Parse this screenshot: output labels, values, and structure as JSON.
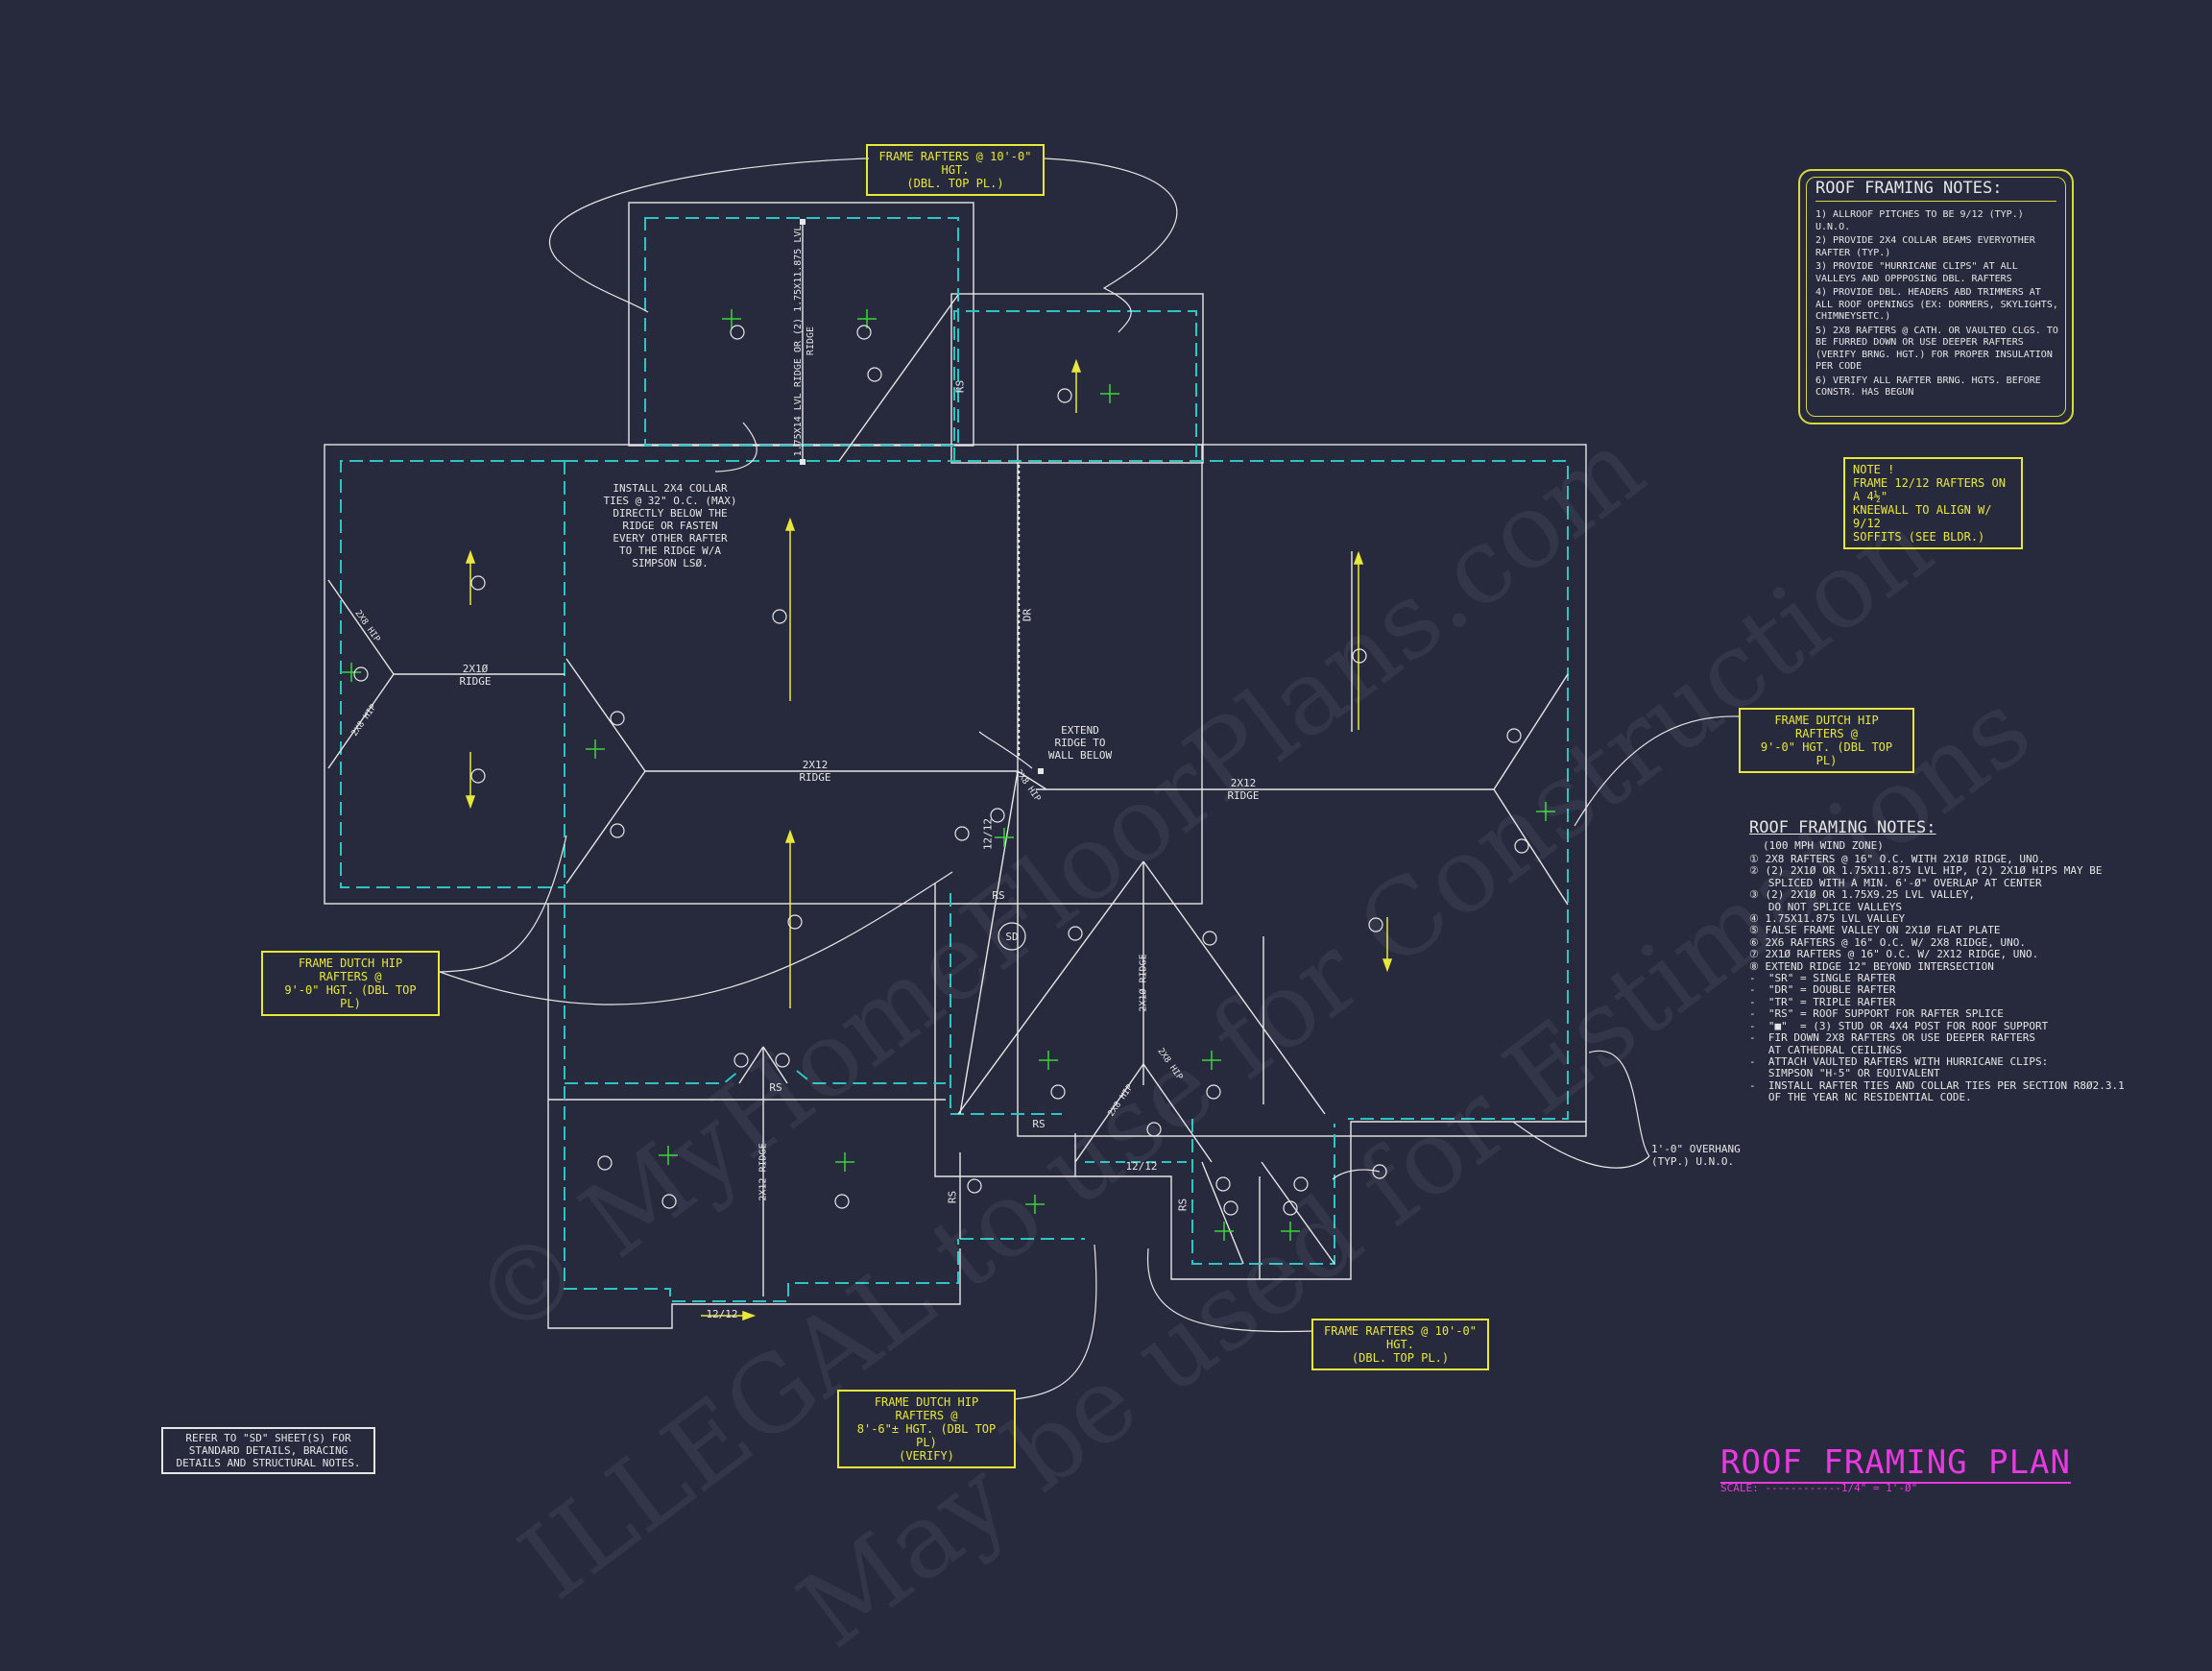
{
  "callouts": {
    "top_rafters_10": [
      "FRAME RAFTERS @ 10'-0\" HGT.",
      "(DBL. TOP PL.)"
    ],
    "dutch_hip_9_right": [
      "FRAME DUTCH HIP RAFTERS @",
      "9'-0\" HGT. (DBL TOP PL)"
    ],
    "dutch_hip_9_left": [
      "FRAME DUTCH HIP RAFTERS @",
      "9'-0\" HGT. (DBL TOP PL)"
    ],
    "bottom_rafters_10": [
      "FRAME RAFTERS @ 10'-0\" HGT.",
      "(DBL. TOP PL.)"
    ],
    "dutch_hip_8_6": [
      "FRAME DUTCH HIP RAFTERS @",
      "8'-6\"± HGT. (DBL TOP PL)",
      "(VERIFY)"
    ],
    "kneewall_note": [
      "NOTE !",
      "FRAME 12/12 RAFTERS ON A 4½\"",
      "KNEEWALL TO ALIGN W/ 9/12",
      "SOFFITS (SEE BLDR.)"
    ]
  },
  "plan_text": {
    "collar_ties": [
      "INSTALL 2X4 COLLAR",
      "TIES @ 32\" O.C. (MAX)",
      "DIRECTLY BELOW THE",
      "RIDGE OR FASTEN",
      "EVERY OTHER RAFTER",
      "TO THE RIDGE w/A",
      "SIMPSON LSØ."
    ],
    "extend_ridge": [
      "EXTEND",
      "RIDGE TO",
      "WALL BELOW"
    ],
    "overhang": [
      "1'-0\" OVERHANG",
      "(TYP.) U.N.O."
    ],
    "lvl_ridge": "1.75x14 LVL RIDGE OR (2) 1.75x11.875 LVL RIDGE",
    "ridge_2x10": [
      "2x1Ø",
      "RIDGE"
    ],
    "ridge_2x12_left": [
      "2x12",
      "RIDGE"
    ],
    "ridge_2x12_right": [
      "2x12",
      "RIDGE"
    ],
    "ridge_2x10_center": "2x1Ø RIDGE",
    "ridge_2x12_lower": "2x12 RIDGE",
    "dr": "DR",
    "rs": "RS",
    "sd": "SD",
    "hip": "2x8 HIP",
    "pitch_12": "12",
    "pitch_1212": "12/12"
  },
  "framing_notes_box": {
    "title": "ROOF FRAMING NOTES:",
    "items": [
      "1) ALLROOF PITCHES TO BE 9/12 (TYP.) U.N.O.",
      "2) PROVIDE 2x4 COLLAR BEAMS EVERYOTHER RAFTER (TYP.)",
      "3) PROVIDE \"HURRICANE CLIPS\" AT ALL VALLEYS AND OPPPOSING DBL. RAFTERS",
      "4) PROVIDE DBL. HEADERS ABD TRIMMERS AT ALL ROOF OPENINGS (EX: DORMERS, SKYLIGHTS, CHIMNEYSETC.)",
      "5) 2x8 RAFTERS @ CATH. OR VAULTED CLGS. TO BE FURRED DOWN OR USE DEEPER RAFTERS (VERIFY BRNG. HGT.) FOR PROPER INSULATION PER CODE",
      "6) VERIFY ALL RAFTER BRNG. HGTS. BEFORE CONSTR. HAS BEGUN"
    ]
  },
  "framing_notes": {
    "title": "ROOF FRAMING NOTES:",
    "subtitle": "(100 MPH WIND ZONE)",
    "items": [
      "① 2x8 RAFTERS @ 16\" O.C. WITH 2x1Ø RIDGE, UNO.",
      "② (2) 2x1Ø OR 1.75x11.875 LVL HIP, (2) 2x1Ø HIPS MAY BE",
      "   SPLICED WITH A MIN. 6'-Ø\" OVERLAP AT CENTER",
      "③ (2) 2x1Ø OR 1.75x9.25 LVL VALLEY,",
      "   DO NOT SPLICE VALLEYS",
      "④ 1.75x11.875 LVL VALLEY",
      "⑤ FALSE FRAME VALLEY ON 2x1Ø FLAT PLATE",
      "⑥ 2x6 RAFTERS @ 16\" O.C. W/ 2x8 RIDGE, UNO.",
      "⑦ 2x1Ø RAFTERS @ 16\" O.C. W/ 2x12 RIDGE, UNO.",
      "⑧ EXTEND RIDGE 12\" BEYOND INTERSECTION",
      "-  \"SR\" = SINGLE RAFTER",
      "-  \"DR\" = DOUBLE RAFTER",
      "-  \"TR\" = TRIPLE RAFTER",
      "-  \"RS\" = ROOF SUPPORT FOR RAFTER SPLICE",
      "-  \"■\"  = (3) STUD OR 4x4 POST FOR ROOF SUPPORT",
      "-  FIR DOWN 2x8 RAFTERS OR USE DEEPER RAFTERS",
      "   AT CATHEDRAL CEILINGS",
      "-  ATTACH VAULTED RAFTERS WITH HURRICANE CLIPS:",
      "   SIMPSON \"H-5\" OR EQUIVALENT",
      "-  INSTALL RAFTER TIES AND COLLAR TIES PER SECTION R8Ø2.3.1",
      "   OF THE YEAR NC RESIDENTIAL CODE."
    ]
  },
  "reference_note": "REFER TO \"SD\" SHEET(S) FOR STANDARD DETAILS, BRACING DETAILS AND STRUCTURAL NOTES.",
  "title": "ROOF FRAMING PLAN",
  "scale": "SCALE: ------------1/4\" = 1'-Ø\"",
  "watermark": {
    "line1": "© MyHomeFloorPlans.com",
    "line2": "ILLEGAL to use for Construction",
    "line3": "May be used for Estimations"
  },
  "colors": {
    "background": "#272a3d",
    "wall_line": "#e6e6e6",
    "overhang_dash": "#2ec4c4",
    "callout": "#e8e83a",
    "title": "#e83ae0",
    "pitch_marker": "#3ad43a"
  }
}
